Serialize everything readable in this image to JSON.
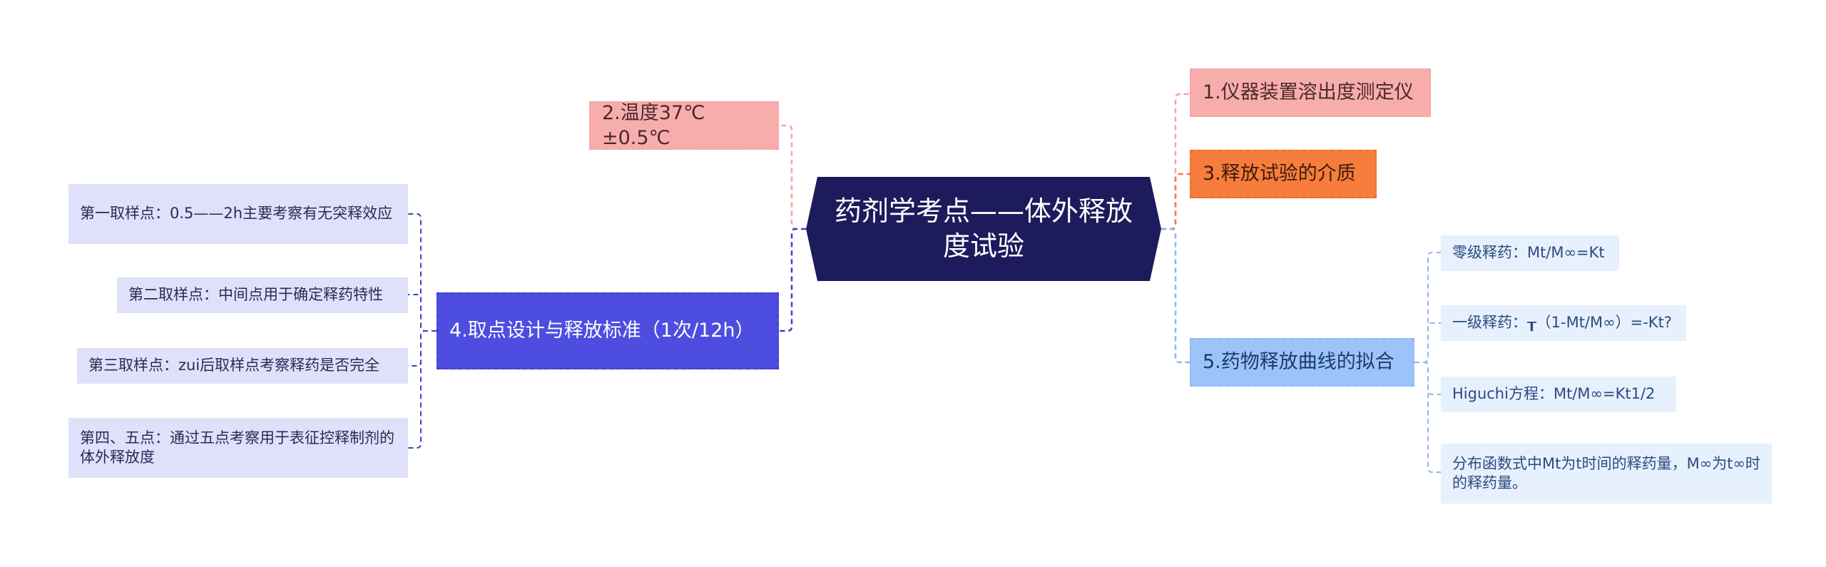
{
  "root": {
    "title": "药剂学考点——体外释放度试验"
  },
  "branches": {
    "b1": {
      "label": "1.仪器装置溶出度测定仪",
      "color": "#f8adad"
    },
    "b2": {
      "label": "2.温度37℃±0.5℃",
      "color": "#f8adad"
    },
    "b3": {
      "label": "3.释放试验的介质",
      "color": "#f77d3c"
    },
    "b4": {
      "label": "4.取点设计与释放标准（1次/12h）",
      "color": "#4d4ee0",
      "children": [
        "第一取样点：0.5——2h主要考察有无突释效应",
        "第二取样点：中间点用于确定释药特性",
        "第三取样点：zui后取样点考察释药是否完全",
        "第四、五点：通过五点考察用于表征控释制剂的体外释放度"
      ]
    },
    "b5": {
      "label": "5.药物释放曲线的拟合",
      "color": "#9cc4fb",
      "children": [
        "零级释药：Mt/M∞=Kt",
        "一级释药：┰（1-Mt/M∞）=-Kt?",
        "Higuchi方程：Mt/M∞=Kt1/2",
        "分布函数式中Mt为t时间的释药量，M∞为t∞时的释药量。"
      ]
    }
  },
  "colors": {
    "root": "#1d1b5c",
    "line_pink": "#f4a49a",
    "line_orange": "#f07a3a",
    "line_blue": "#8fb5ef",
    "line_indigo": "#3f40c8"
  }
}
